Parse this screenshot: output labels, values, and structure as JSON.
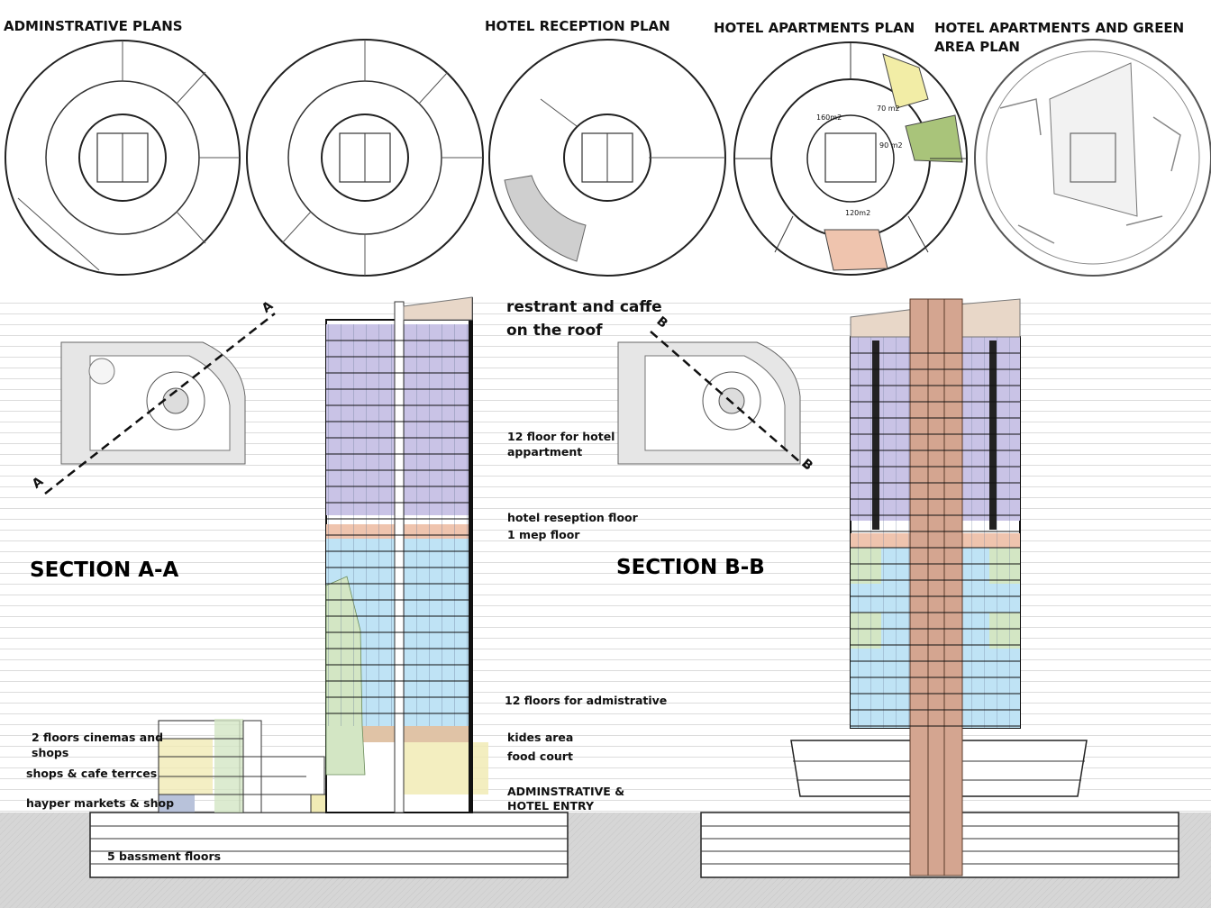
{
  "plans": {
    "administrative_title": "ADMINSTRATIVE PLANS",
    "reception_title": "HOTEL RECEPTION  PLAN",
    "apartments_title": "HOTEL APARTMENTS PLAN",
    "green_title_line1": "HOTEL APARTMENTS AND GREEN",
    "green_title_line2": "AREA  PLAN",
    "area_labels": [
      "160m2",
      "70 m2",
      "90 m2",
      "120m2"
    ]
  },
  "section_aa": {
    "title": "SECTION A-A",
    "cut_label": "A",
    "labels": {
      "cinemas_line1": "2 floors cinemas and",
      "cinemas_line2": "shops",
      "shops_cafe": "shops & cafe terrces",
      "hypermarket": "hayper markets & shop",
      "basement": "5 bassment floors"
    }
  },
  "section_bb": {
    "title": "SECTION B-B",
    "cut_label": "B"
  },
  "floor_labels": {
    "roof_line1": "restrant and caffe",
    "roof_line2": "on the roof",
    "hotel_line1": "12 floor for hotel",
    "hotel_line2": "appartment",
    "reception": "hotel reseption floor",
    "mep": "1 mep floor",
    "admin": "12 floors  for admistrative",
    "kids": "kides area",
    "food": "food court",
    "entry_line1": "ADMINSTRATIVE &",
    "entry_line2": "HOTEL ENTRY"
  },
  "colors": {
    "hotel": "#c9c3e6",
    "office": "#bfe3f5",
    "mep": "#efc4ae",
    "green": "#d3e6c4",
    "retail": "#f1ebb5",
    "core": "#d4a590",
    "ground": "#cfcfcf",
    "apartment_yellow": "#f2eda6",
    "apartment_green": "#a9c47a"
  }
}
